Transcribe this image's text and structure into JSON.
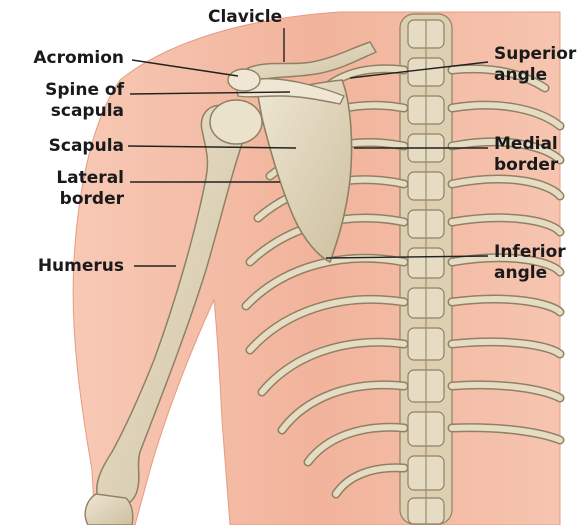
{
  "labels": {
    "clavicle": "Clavicle",
    "acromion": "Acromion",
    "spine_of_scapula": "Spine of\nscapula",
    "scapula": "Scapula",
    "lateral_border": "Lateral\nborder",
    "humerus": "Humerus",
    "superior_angle": "Superior\nangle",
    "medial_border": "Medial\nborder",
    "inferior_angle": "Inferior\nangle"
  },
  "colors": {
    "skin": "#f3b8a0",
    "skin_edge": "#e79a82",
    "bone": "#e6dcc4",
    "bone_shadow": "#bfb08e",
    "bone_outline": "#8f8164",
    "leader_line": "#222222",
    "label_text": "#1a1a1a"
  }
}
